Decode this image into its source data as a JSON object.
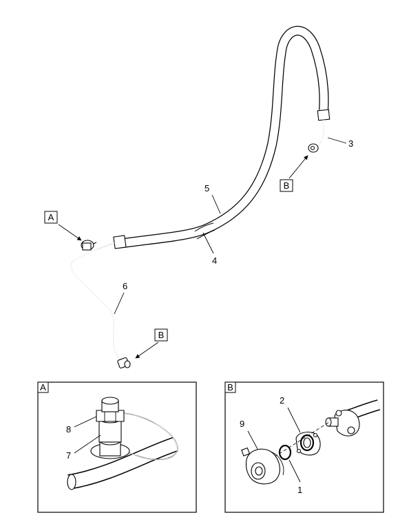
{
  "diagram": {
    "callouts": {
      "c1": "1",
      "c2": "2",
      "c3": "3",
      "c4": "4",
      "c5": "5",
      "c6": "6",
      "c7": "7",
      "c8": "8",
      "c9": "9"
    },
    "view_refs": {
      "top_a": "A",
      "top_b_right": "B",
      "top_b_left": "B"
    },
    "detail_views": {
      "a": {
        "label": "A"
      },
      "b": {
        "label": "B"
      }
    }
  }
}
